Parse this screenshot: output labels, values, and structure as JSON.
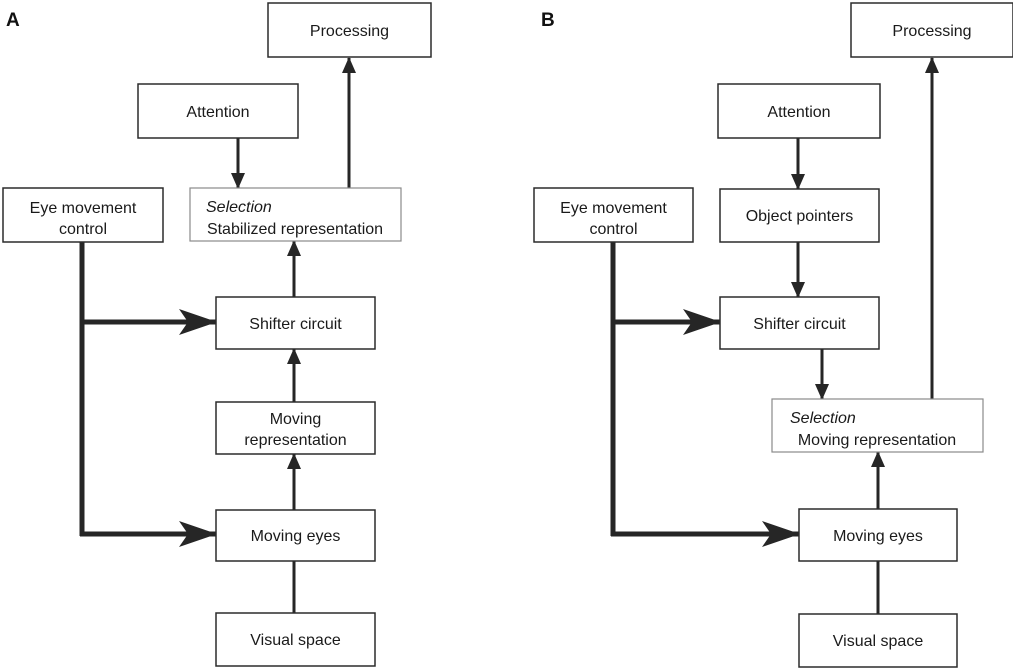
{
  "panels": [
    {
      "label": "A",
      "nodes": {
        "processing": "Processing",
        "attention": "Attention",
        "eye_movement_control": [
          "Eye movement",
          "control"
        ],
        "selection": {
          "title": "Selection",
          "text": "Stabilized representation"
        },
        "shifter_circuit": "Shifter circuit",
        "moving_representation": [
          "Moving",
          "representation"
        ],
        "moving_eyes": "Moving eyes",
        "visual_space": "Visual space"
      }
    },
    {
      "label": "B",
      "nodes": {
        "processing": "Processing",
        "attention": "Attention",
        "object_pointers": "Object pointers",
        "eye_movement_control": [
          "Eye movement",
          "control"
        ],
        "shifter_circuit": "Shifter circuit",
        "selection": {
          "title": "Selection",
          "text": "Moving representation"
        },
        "moving_eyes": "Moving eyes",
        "visual_space": "Visual space"
      }
    }
  ],
  "colors": {
    "line": "#262626",
    "box_border": "#2b2b2b",
    "box_border_light": "#8a8a8a",
    "text": "#1a1a1a"
  }
}
